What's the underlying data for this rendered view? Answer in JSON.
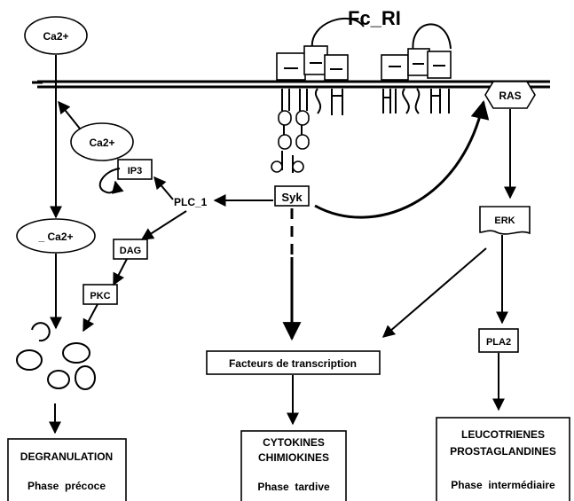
{
  "receptor": {
    "label": "Fc_RI"
  },
  "ions": {
    "extracellular": "Ca2+",
    "store": "Ca2+",
    "cytosolic": "_ Ca2+"
  },
  "nodes": {
    "ip3": "IP3",
    "plc": "PLC_1",
    "dag": "DAG",
    "pkc": "PKC",
    "syk": "Syk",
    "ras": "RAS",
    "erk": "ERK",
    "pla2": "PLA2",
    "transcription": "Facteurs de transcription"
  },
  "outcomes": {
    "degranulation": {
      "title": "DEGRANULATION",
      "phase": "Phase  précoce"
    },
    "cytokines": {
      "title_line1": "CYTOKINES",
      "title_line2": "CHIMIOKINES",
      "phase": "Phase  tardive"
    },
    "leucotrienes": {
      "title_line1": "LEUCOTRIENES",
      "title_line2": "PROSTAGLANDINES",
      "phase": "Phase  intermédiaire"
    }
  }
}
